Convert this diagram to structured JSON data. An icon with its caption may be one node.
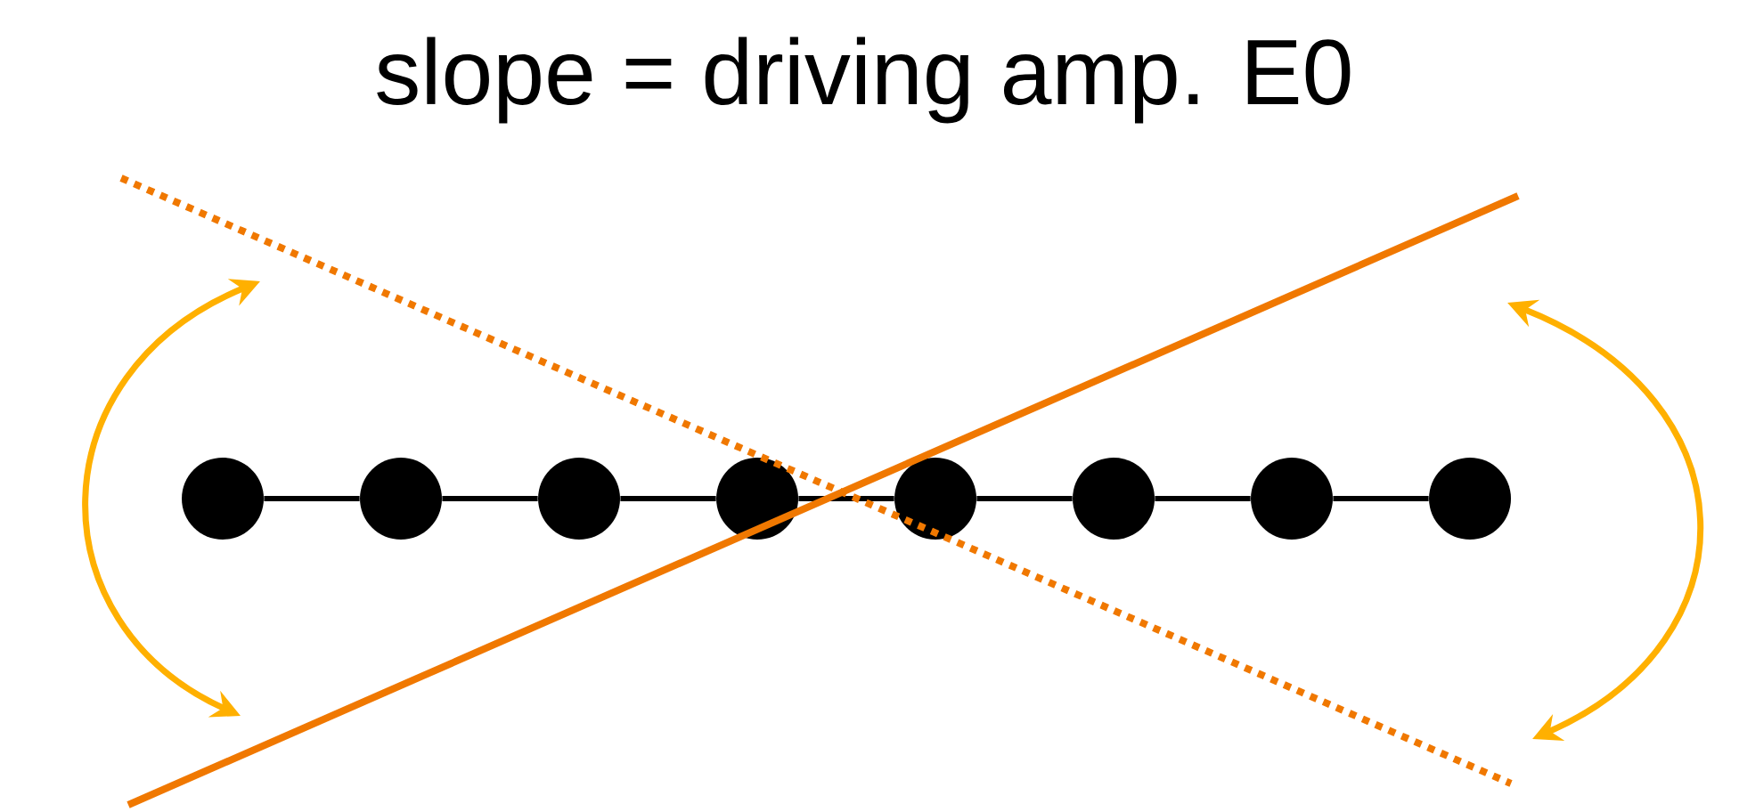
{
  "diagram": {
    "title": "slope = driving amp. E0",
    "nodes": [
      {
        "text": [],
        "shape": "circle"
      },
      {
        "text": [],
        "shape": "circle"
      },
      {
        "text": [],
        "shape": "circle"
      },
      {
        "text": [],
        "shape": "circle"
      },
      {
        "text": [],
        "shape": "circle"
      },
      {
        "text": [],
        "shape": "circle"
      },
      {
        "text": [],
        "shape": "circle"
      },
      {
        "text": [],
        "shape": "circle"
      }
    ],
    "edges": [
      {
        "from": 0,
        "to": 1,
        "arrow": "none"
      },
      {
        "from": 1,
        "to": 2,
        "arrow": "none"
      },
      {
        "from": 2,
        "to": 3,
        "arrow": "none"
      },
      {
        "from": 3,
        "to": 4,
        "arrow": "none"
      },
      {
        "from": 4,
        "to": 5,
        "arrow": "none"
      },
      {
        "from": 5,
        "to": 6,
        "arrow": "none"
      },
      {
        "from": 6,
        "to": 7,
        "arrow": "none"
      }
    ]
  }
}
